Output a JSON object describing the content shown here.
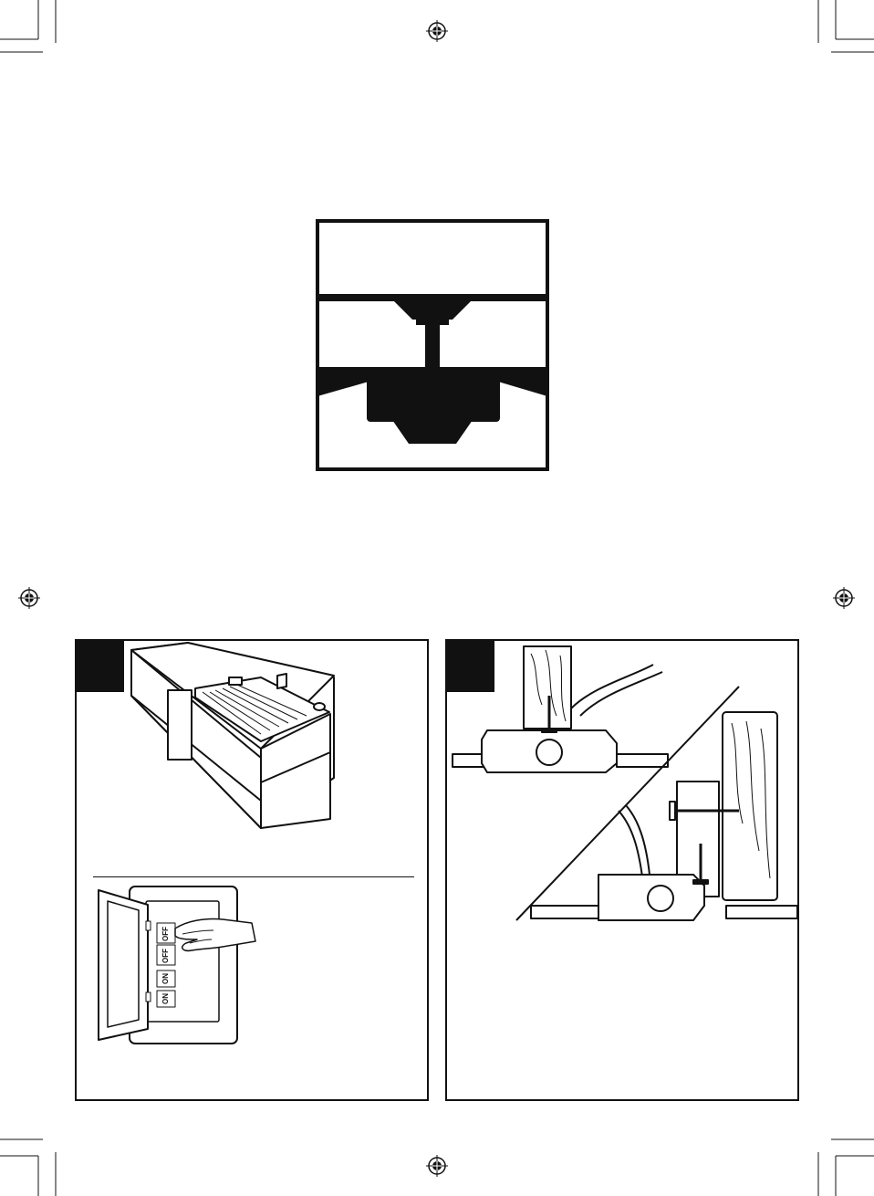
{
  "breaker_panel": {
    "labels": [
      "OFF",
      "OFF",
      "ON",
      "ON"
    ]
  },
  "colors": {
    "ink": "#111111",
    "paper": "#ffffff"
  },
  "icons": [
    "registration-mark-icon",
    "crop-mark-icon"
  ]
}
